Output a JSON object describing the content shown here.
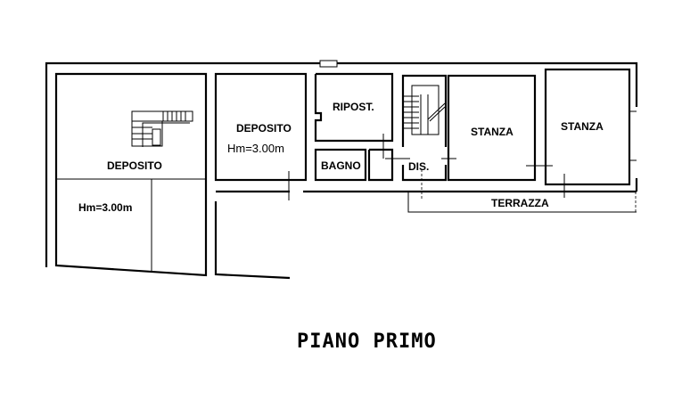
{
  "plan": {
    "title": "PIANO PRIMO",
    "rooms": {
      "deposito_large": "DEPOSITO",
      "deposito_large_height": "Hm=3.00m",
      "deposito_middle": "DEPOSITO",
      "deposito_middle_height": "Hm=3.00m",
      "ripostiglio": "RIPOST.",
      "bagno": "BAGNO",
      "disimpegno": "DIS.",
      "stanza_1": "STANZA",
      "stanza_2": "STANZA",
      "terrazza": "TERRAZZA"
    }
  }
}
